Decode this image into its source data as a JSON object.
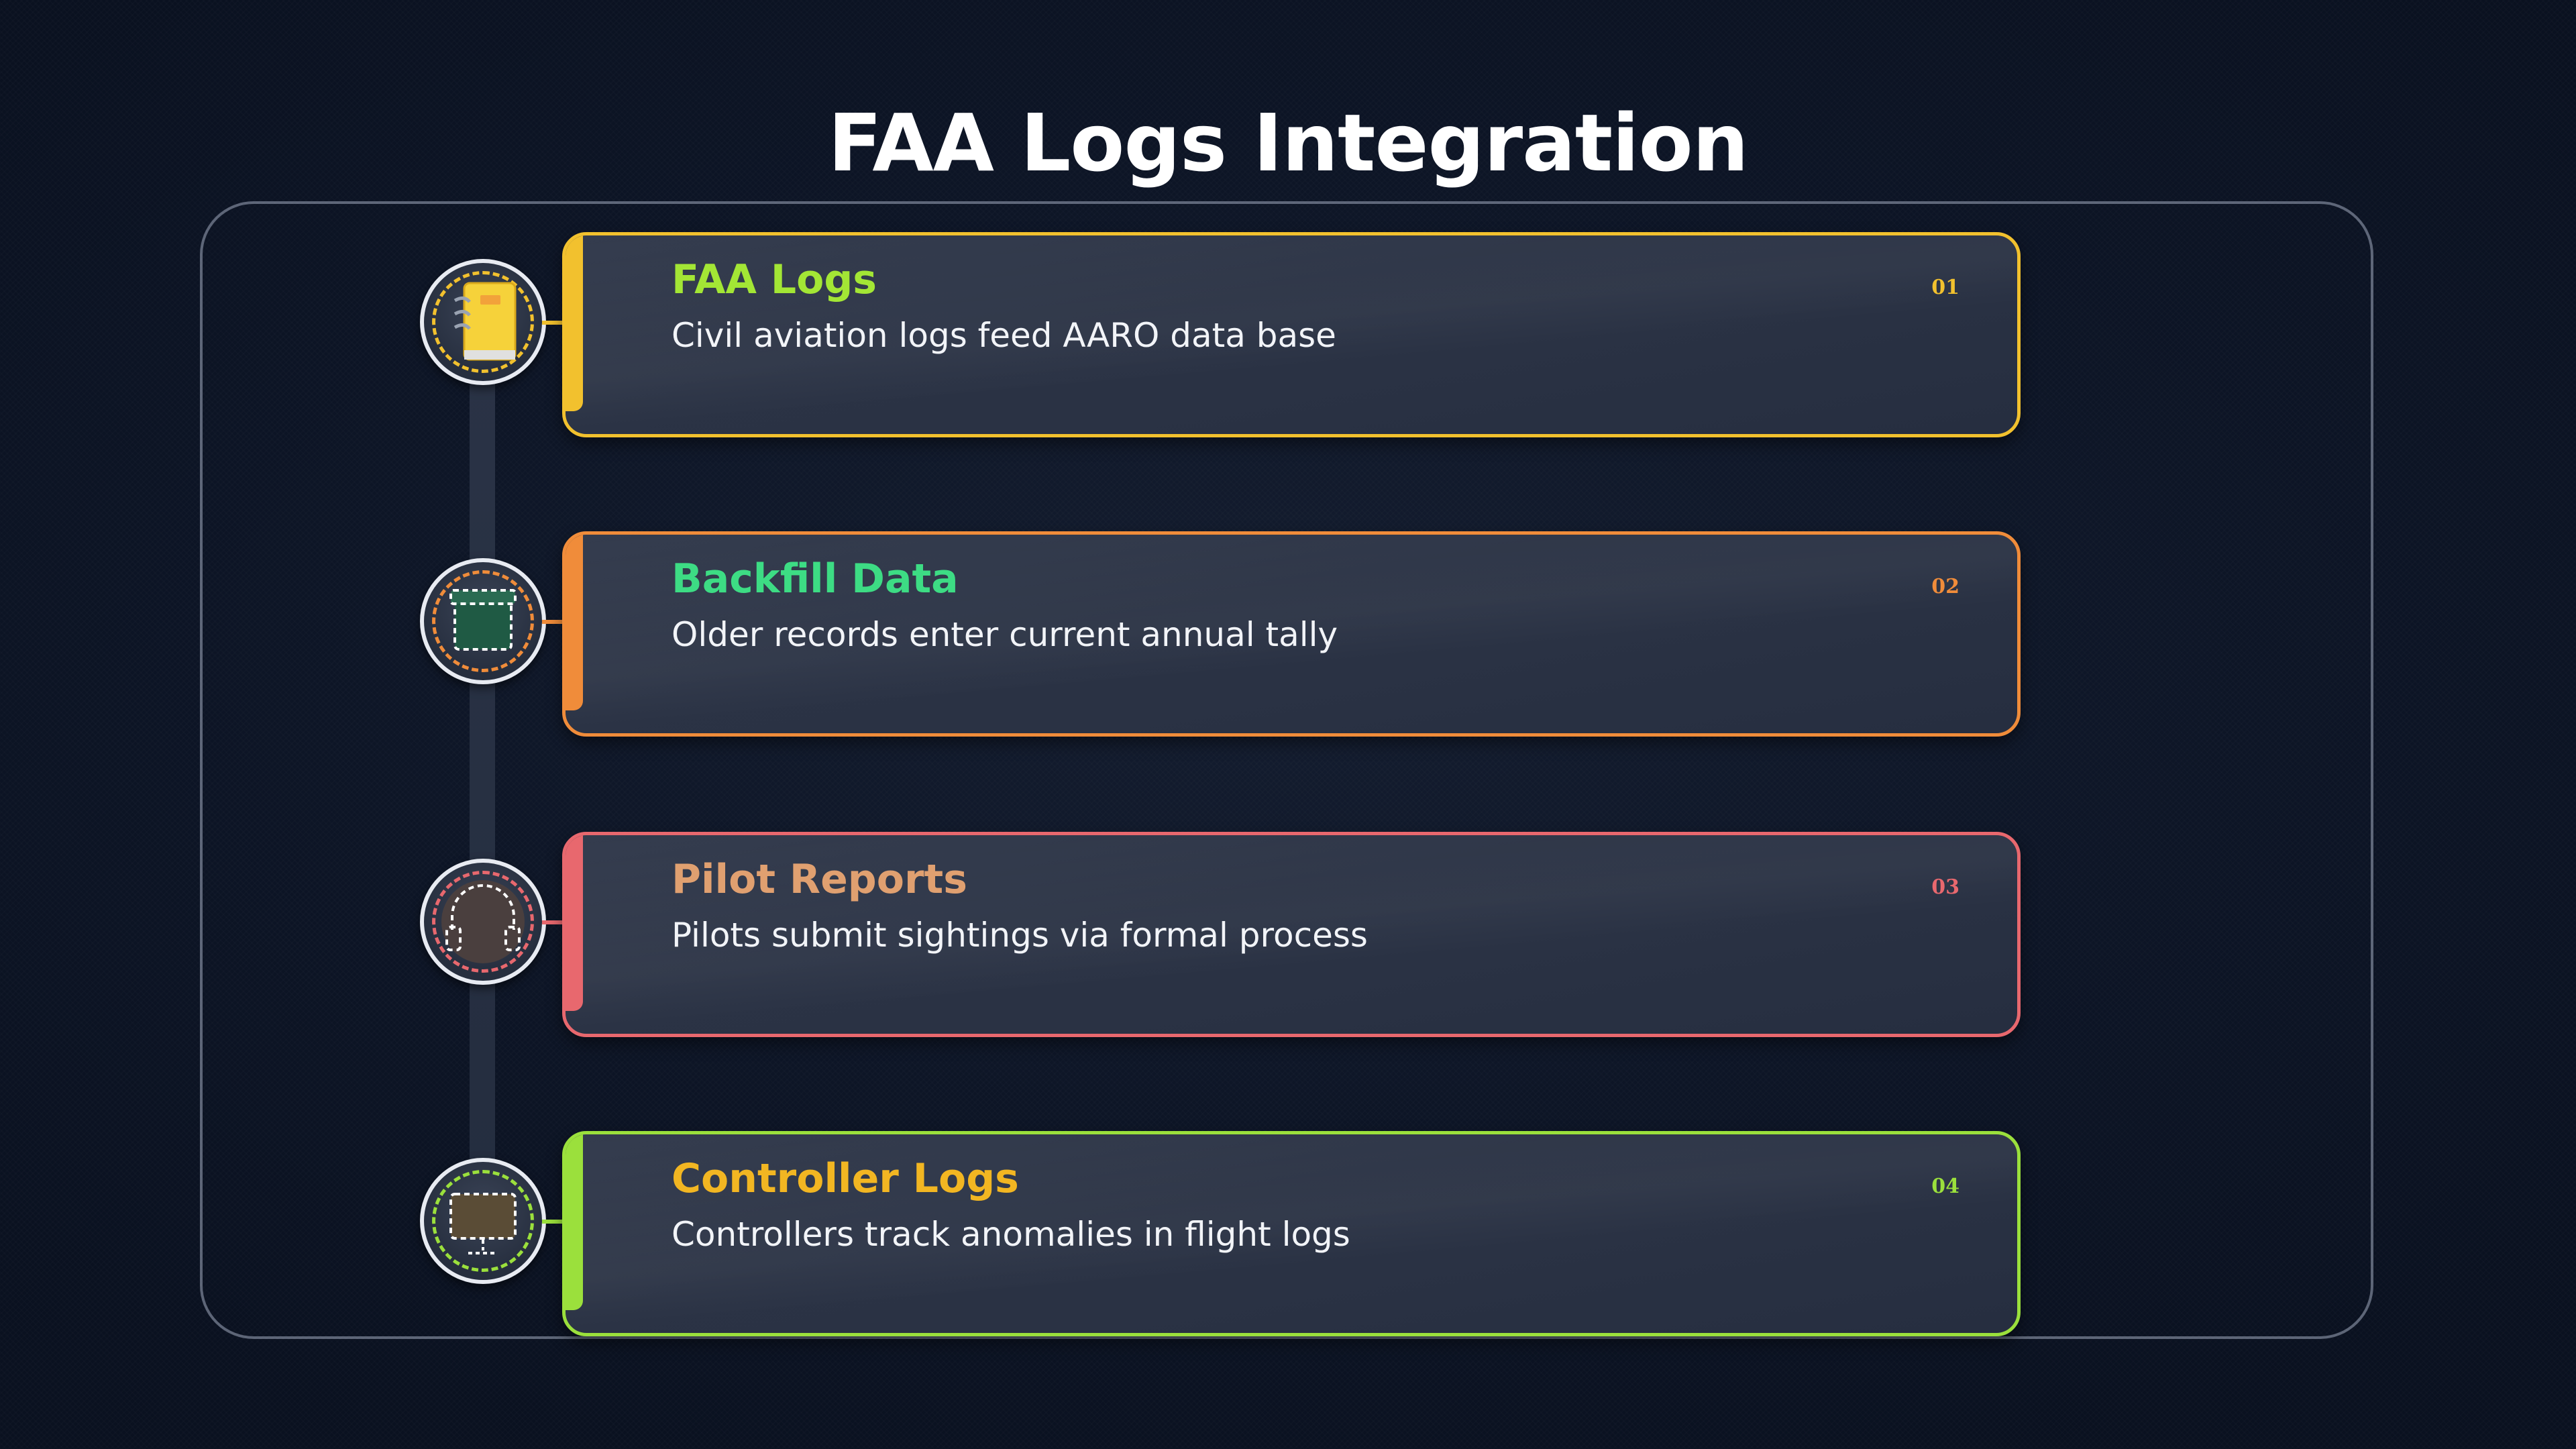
{
  "title": "FAA Logs Integration",
  "steps": [
    {
      "title": "FAA Logs",
      "description": "Civil aviation logs feed AARO data base",
      "number": "01",
      "accent": "#f2c12e",
      "title_color": "#a3e635",
      "icon": "notebook-icon"
    },
    {
      "title": "Backfill Data",
      "description": "Older records enter current annual tally",
      "number": "02",
      "accent": "#f08c3a",
      "title_color": "#3ddc84",
      "icon": "archive-box-icon"
    },
    {
      "title": "Pilot Reports",
      "description": "Pilots submit sightings via formal process",
      "number": "03",
      "accent": "#e8686e",
      "title_color": "#e0a070",
      "icon": "headset-icon"
    },
    {
      "title": "Controller Logs",
      "description": "Controllers track anomalies in flight logs",
      "number": "04",
      "accent": "#9be03c",
      "title_color": "#f2b622",
      "icon": "monitor-icon"
    }
  ]
}
